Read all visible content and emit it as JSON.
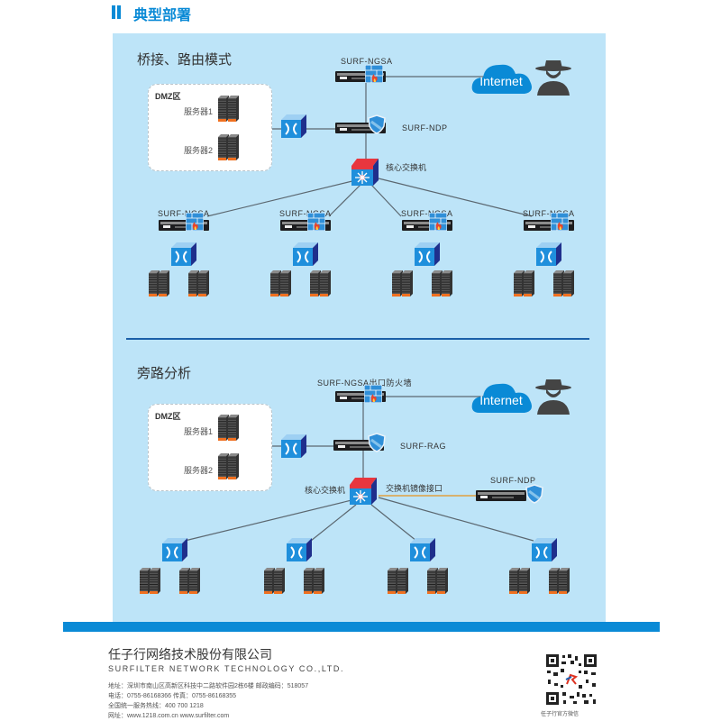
{
  "header": {
    "title": "典型部署",
    "accent": "#0a8ad6"
  },
  "sections": [
    {
      "title": "桥接、路由模式",
      "dmz": {
        "label": "DMZ区",
        "servers": [
          "服务器1",
          "服务器2"
        ]
      },
      "top_device": "SURF-NGSA",
      "second_device": "SURF-NDP",
      "core_switch": "核心交换机",
      "internet": "Internet",
      "branch_devices": [
        "SURF-NGSA",
        "SURF-NGSA",
        "SURF-NGSA",
        "SURF-NGSA"
      ]
    },
    {
      "title": "旁路分析",
      "dmz": {
        "label": "DMZ区",
        "servers": [
          "服务器1",
          "服务器2"
        ]
      },
      "top_device": "SURF-NGSA出口防火墙",
      "second_device": "SURF-RAG",
      "core_switch": "核心交换机",
      "mirror_label": "交换机镜像接口",
      "mirror_device": "SURF-NDP",
      "internet": "Internet"
    }
  ],
  "footer": {
    "company_cn": "任子行网络技术股份有限公司",
    "company_en": "SURFILTER NETWORK TECHNOLOGY CO.,LTD.",
    "address": "地址：深圳市南山区高新区科技中二路软件园2栋6楼   邮政编码：518057",
    "phone": "电话：0755-86168366    传真：0755-86168355",
    "hotline": "全国统一服务热线：400 700 1218",
    "website": "网址：www.1218.com.cn   www.surfilter.com",
    "qr_caption": "任子行官方微信"
  },
  "colors": {
    "panel": "#bde4f8",
    "divider": "#1b5fa8",
    "cloud": "#0a8ad6",
    "mirror_line": "#e0a040"
  }
}
